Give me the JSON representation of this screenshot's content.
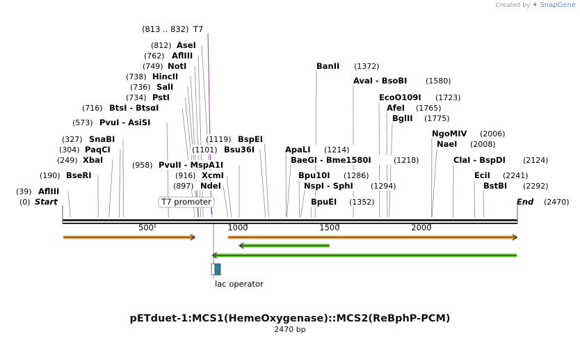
{
  "credit": {
    "prefix": "Created by",
    "brand": "SnapGene"
  },
  "title": "pETduet-1:MCS1(HemeOxygenase)::MCS2(ReBphP-PCM)",
  "length_label": "2470 bp",
  "sequence_length": 2470,
  "ruler_ticks": [
    {
      "pos": 500,
      "label": "500"
    },
    {
      "pos": 1000,
      "label": "1000"
    },
    {
      "pos": 1500,
      "label": "1500"
    },
    {
      "pos": 2000,
      "label": "2000"
    }
  ],
  "ends": {
    "start": {
      "pos": 0,
      "pos_label": "(0)",
      "label": "Start"
    },
    "end": {
      "pos": 2470,
      "pos_label": "(2470)",
      "label": "End"
    }
  },
  "top_feature": {
    "pos": 813,
    "range_label": "(813 .. 832)",
    "name": "T7",
    "color": "#9933cc"
  },
  "left_sites": [
    {
      "pos_label": "(812)",
      "name": "AseI",
      "pos": 812
    },
    {
      "pos_label": "(762)",
      "name": "AflIII",
      "pos": 762
    },
    {
      "pos_label": "(749)",
      "name": "NotI",
      "pos": 749
    },
    {
      "pos_label": "(738)",
      "name": "HincII",
      "pos": 738
    },
    {
      "pos_label": "(736)",
      "name": "SalI",
      "pos": 736
    },
    {
      "pos_label": "(734)",
      "name": "PstI",
      "pos": 734
    },
    {
      "pos_label": "(716)",
      "name": "BtsI - BtsαI",
      "pos": 716
    },
    {
      "pos_label": "(573)",
      "name": "PvuI - AsiSI",
      "pos": 573
    },
    {
      "pos_label": "(327)",
      "name": "SnaBI",
      "pos": 327
    },
    {
      "pos_label": "(304)",
      "name": "PaqCI",
      "pos": 304
    },
    {
      "pos_label": "(249)",
      "name": "XbaI",
      "pos": 249
    },
    {
      "pos_label": "(190)",
      "name": "BseRI",
      "pos": 190
    },
    {
      "pos_label": "(39)",
      "name": "AflIII",
      "pos": 39
    }
  ],
  "mid_sites": [
    {
      "pos_label": "(1119)",
      "name": "BspEI",
      "pos": 1119
    },
    {
      "pos_label": "(1101)",
      "name": "Bsu36I",
      "pos": 1101
    },
    {
      "pos_label": "(958)",
      "name": "PvuII - MspA1I",
      "pos": 958
    },
    {
      "pos_label": "(916)",
      "name": "XcmI",
      "pos": 916
    },
    {
      "pos_label": "(897)",
      "name": "NdeI",
      "pos": 897
    }
  ],
  "right_sites": [
    {
      "name": "BanII",
      "pos_label": "(1372)",
      "pos": 1372
    },
    {
      "name": "AvaI - BsoBI",
      "pos_label": "(1580)",
      "pos": 1580
    },
    {
      "name": "EcoO109I",
      "pos_label": "(1723)",
      "pos": 1723
    },
    {
      "name": "AfeI",
      "pos_label": "(1765)",
      "pos": 1765
    },
    {
      "name": "BglII",
      "pos_label": "(1775)",
      "pos": 1775
    },
    {
      "name": "ApaLI",
      "pos_label": "(1214)",
      "pos": 1214
    },
    {
      "name": "BaeGI - Bme1580I",
      "pos_label": "(1218)",
      "pos": 1218
    },
    {
      "name": "Bpu10I",
      "pos_label": "(1286)",
      "pos": 1286
    },
    {
      "name": "NspI - SphI",
      "pos_label": "(1294)",
      "pos": 1294
    },
    {
      "name": "BpuEI",
      "pos_label": "(1352)",
      "pos": 1352
    },
    {
      "name": "NgoMIV",
      "pos_label": "(2006)",
      "pos": 2006
    },
    {
      "name": "NaeI",
      "pos_label": "(2008)",
      "pos": 2008
    },
    {
      "name": "ClaI - BspDI",
      "pos_label": "(2124)",
      "pos": 2124
    },
    {
      "name": "EciI",
      "pos_label": "(2241)",
      "pos": 2241
    },
    {
      "name": "BstBI",
      "pos_label": "(2292)",
      "pos": 2292
    }
  ],
  "feature_labels": {
    "t7_promoter": "T7 promoter",
    "lac_operator": "lac operator"
  },
  "arrows": [
    {
      "start": 0,
      "end": 716,
      "direction": "right",
      "color": "#f6a83a"
    },
    {
      "start": 897,
      "end": 2470,
      "direction": "right",
      "color": "#f6a83a"
    },
    {
      "start": 960,
      "end": 1450,
      "direction": "left",
      "color": "#55cc22"
    },
    {
      "start": 813,
      "end": 2470,
      "direction": "left",
      "color": "#55cc22"
    }
  ],
  "colors": {
    "orange": "#f6a83a",
    "green": "#55cc22",
    "purple": "#9933cc",
    "lac": "#2e7f96"
  }
}
